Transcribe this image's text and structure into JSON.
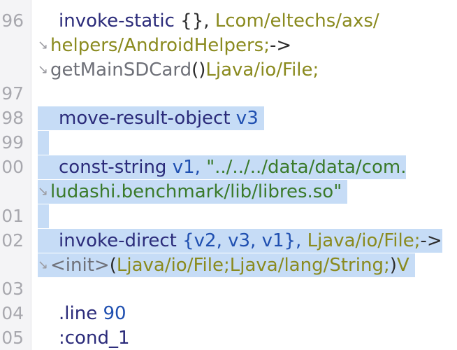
{
  "gutter": {
    "line_numbers": [
      "96",
      "97",
      "98",
      "99",
      "00",
      "01",
      "02",
      "03",
      "04",
      "05"
    ]
  },
  "code": {
    "l96_kw": "invoke-static",
    "l96_args": " {}, ",
    "l96_type": "Lcom/eltechs/axs/",
    "l96w1_type": "helpers/AndroidHelpers;",
    "l96w1_arrow": "->",
    "l96w2_name": "getMainSDCard",
    "l96w2_paren": "()",
    "l96w2_type": "Ljava/io/File;",
    "l98_kw": "move-result-object",
    "l98_reg": " v3",
    "l00_kw": "const-string",
    "l00_reg": " v1, ",
    "l00_str": "\"../../../data/data/com.",
    "l00w1_str": "ludashi.benchmark/lib/libres.so\"",
    "l02_kw": "invoke-direct",
    "l02_regs": " {v2, v3, v1}, ",
    "l02_type": "Ljava/io/File;",
    "l02_arrow": "->",
    "l02w1_init": "<init>",
    "l02w1_paren_open": "(",
    "l02w1_types": "Ljava/io/File;Ljava/lang/String;",
    "l02w1_paren_close": ")",
    "l02w1_ret": "V",
    "l04_kw": ".line",
    "l04_num": " 90",
    "l05_label": ":cond_1"
  },
  "icons": {
    "wrap": "soft-wrap-arrow-icon"
  },
  "colors": {
    "selection": "#c6dcf6",
    "keyword": "#2b2b7a",
    "type": "#8a8a1e",
    "string": "#3a7a2a",
    "number": "#1f4fb0"
  }
}
